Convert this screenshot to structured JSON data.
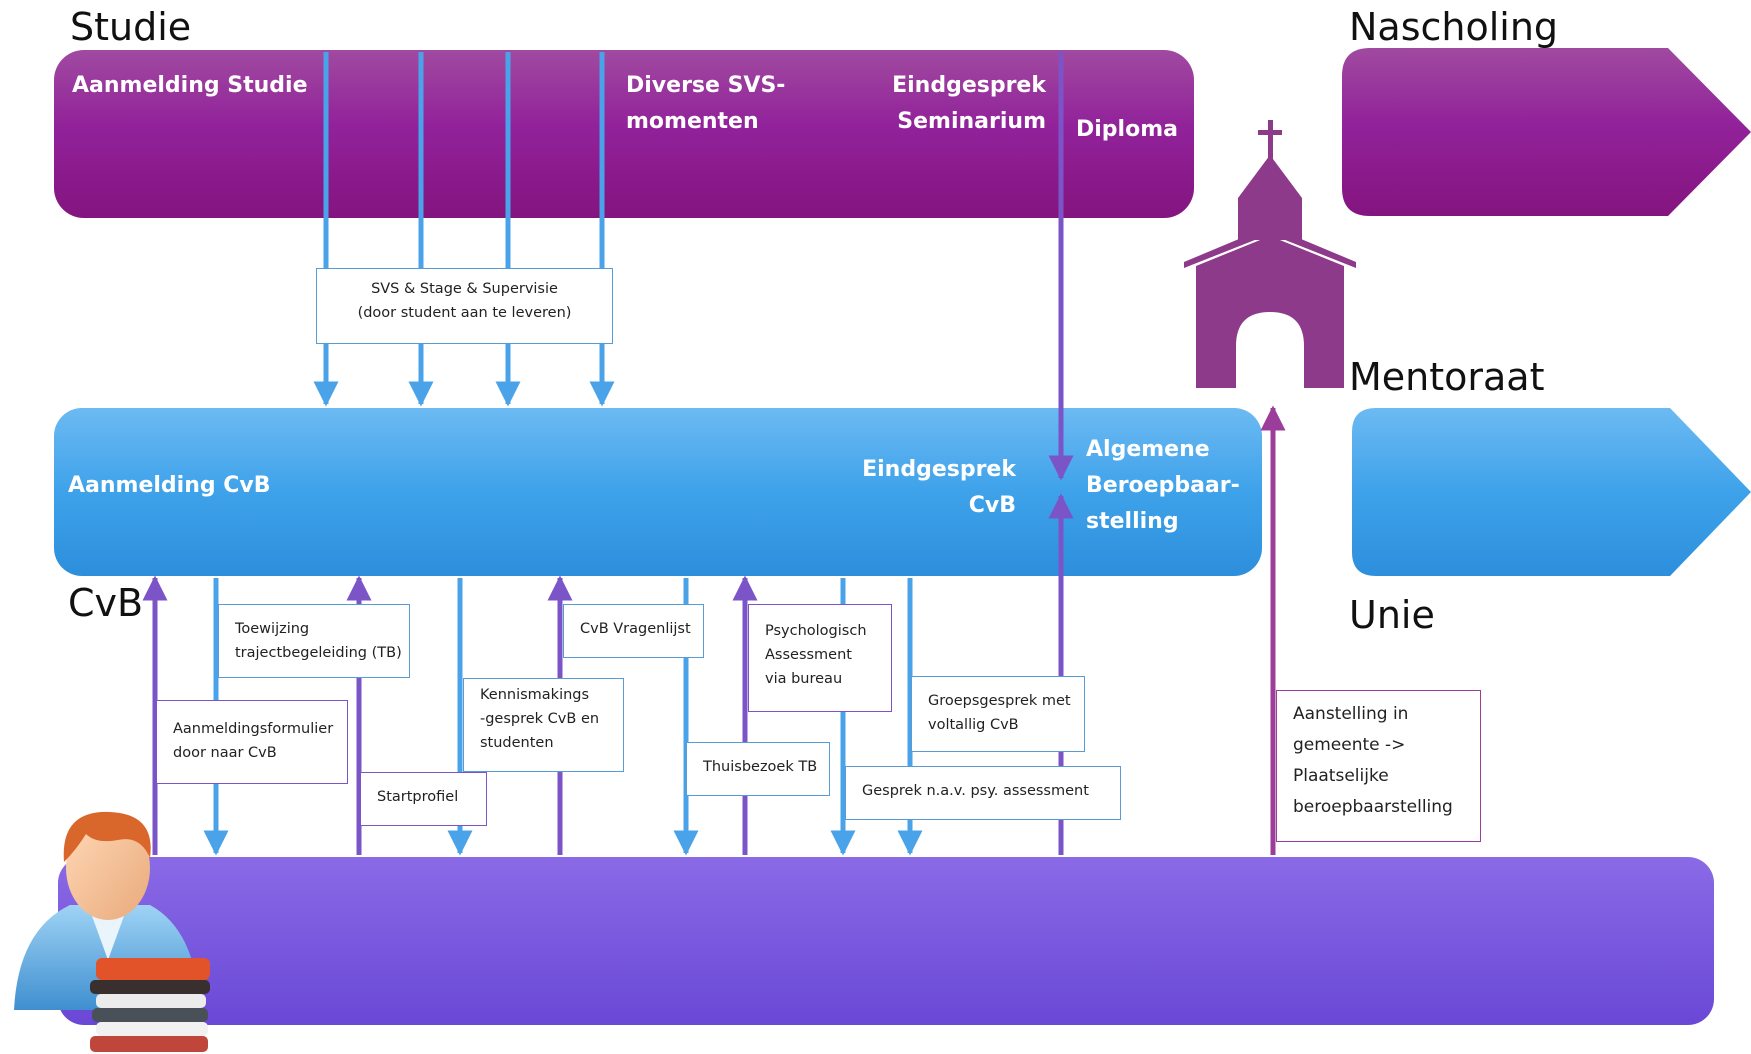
{
  "sections": {
    "studie": "Studie",
    "nascholing": "Nascholing",
    "mentoraat": "Mentoraat",
    "cvb": "CvB",
    "unie": "Unie"
  },
  "studie_band": {
    "aanmelding": "Aanmelding Studie",
    "svs_line1": "Diverse SVS-",
    "svs_line2": "momenten",
    "eindgesprek_line1": "Eindgesprek",
    "eindgesprek_line2": "Seminarium",
    "diploma": "Diploma"
  },
  "cvb_band": {
    "aanmelding": "Aanmelding CvB",
    "eindgesprek_line1": "Eindgesprek",
    "eindgesprek_line2": "CvB",
    "algemene_line1": "Algemene",
    "algemene_line2": "Beroepbaar-",
    "algemene_line3": "stelling"
  },
  "notes": {
    "svs_line1": "SVS & Stage & Supervisie",
    "svs_line2": "(door student aan te leveren)",
    "toewijzing_line1": "Toewijzing",
    "toewijzing_line2": "trajectbegeleiding (TB)",
    "aanmeldingsformulier_line1": "Aanmeldingsformulier",
    "aanmeldingsformulier_line2": "door naar CvB",
    "startprofiel": "Startprofiel",
    "kennismaking_line1": "Kennismakings",
    "kennismaking_line2": "-gesprek CvB en",
    "kennismaking_line3": "studenten",
    "vragenlijst": "CvB Vragenlijst",
    "psych_line1": "Psychologisch",
    "psych_line2": "Assessment",
    "psych_line3": "via bureau",
    "thuisbezoek": "Thuisbezoek TB",
    "groepsgesprek_line1": "Groepsgesprek met",
    "groepsgesprek_line2": "voltallig CvB",
    "gesprek_psy": "Gesprek n.a.v. psy. assessment",
    "aanstelling_line1": "Aanstelling in",
    "aanstelling_line2": "gemeente ->",
    "aanstelling_line3": "Plaatselijke",
    "aanstelling_line4": "beroepbaarstelling"
  },
  "colors": {
    "studie_band": "#8e1b8c",
    "cvb_band": "#3aa0e8",
    "student_band": "#7a5ce0",
    "arrow_blue": "#4aa3e8",
    "arrow_purple": "#7b55c8",
    "church": "#8e3a8a"
  },
  "icons": [
    "church-icon",
    "student-with-books-icon"
  ]
}
